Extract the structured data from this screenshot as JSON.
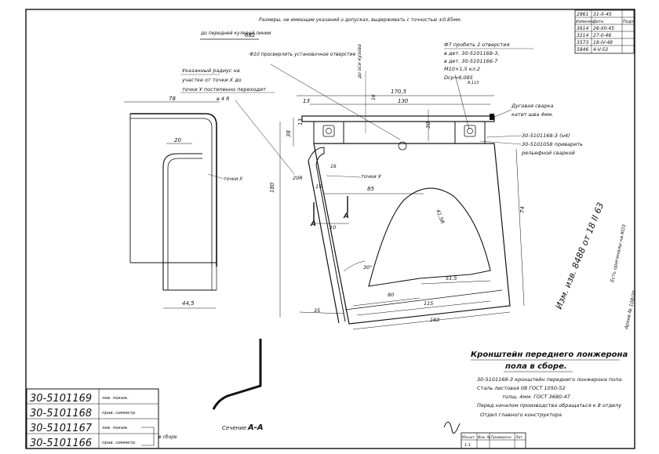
{
  "header": {
    "top_note": "Размеры, не имеющие указаний о допусках, выдерживать с точностью ±0,85мм.",
    "dim_682": "682",
    "dim_682_note": "до передней кулевой линии"
  },
  "revisions": {
    "columns": [
      "",
      "",
      ""
    ],
    "rows": [
      [
        "2861",
        "31-Х-45",
        ""
      ],
      [
        "Изменен",
        "Дата",
        "Подп."
      ],
      [
        "3614",
        "26-XII-45",
        ""
      ],
      [
        "3214",
        "27-II-46",
        ""
      ],
      [
        "3573",
        "18-IV-48",
        ""
      ],
      [
        "5846",
        "4-V-53",
        ""
      ]
    ]
  },
  "notes": {
    "hole_note": "Ф10 просверлить установочное отверстие",
    "radius_note_1": "Указанный радиус на",
    "radius_note_2": "участке от точки X до",
    "radius_note_3": "точки У постепенно переходит",
    "radius_note_4": "в 4 R",
    "holes_note_1": "Ф7 пробить 2 отверстия",
    "holes_note_2": "в дет. 30-5101168-3,",
    "holes_note_3": "в дет. 30-5101166-7",
    "holes_note_4": "М10×1,5 кл.2",
    "holes_note_5": "Dср=8,085",
    "holes_note_6": "8,113",
    "weld_note_1": "Дуговая сварка",
    "weld_note_2": "катет шва 4мм.",
    "part_note_1": "30-5101168-3 (н4)",
    "part_note_2": "30-5101058 приварить",
    "part_note_3": "рельефной сваркой",
    "axis_note": "до оси кузова",
    "dim_16": "16"
  },
  "dims": {
    "d78": "78",
    "d20": "20",
    "d44_5": "44,5",
    "tochka_x": "точки X",
    "d170_5": "170,5",
    "d130": "130",
    "d13": "13",
    "d30": "30",
    "d38": "38",
    "d180": "180",
    "d85": "85",
    "tochka_y": "точки У",
    "d2r": "20R",
    "d15": "15",
    "d10": "10",
    "d41_5r": "41,5R",
    "d74": "74",
    "d30deg": "30°",
    "d51_5": "51,5",
    "d80": "80",
    "d115": "115",
    "d160": "160",
    "d35": "35",
    "A": "A",
    "A2": "A"
  },
  "section": {
    "label": "Сечение",
    "letters": "А-А"
  },
  "title_block": {
    "title_1": "Кронштейн переднего лонжерона",
    "title_2": "пола в сборе.",
    "spec_1": "30-5101168-3 кронштейн переднего лонжерона пола.",
    "spec_2": "Сталь листовая 08 ГОСТ 1050-52",
    "spec_3": "толщ. 4мм. ГОСТ 3680-47",
    "spec_4": "Перед началом производства обращаться к 8 отделу",
    "spec_5": "Отдел главного конструктора",
    "bottom_cells": [
      "Масшт.",
      "Инв. №",
      "Проверено",
      "Лит."
    ],
    "bottom_vals": [
      "1:1",
      "",
      "",
      ""
    ]
  },
  "part_numbers": {
    "p1": "30-5101169",
    "p2": "30-5101168",
    "p3": "30-5101167",
    "p4": "30-5101166",
    "lbl1": "лев. покаж.",
    "lbl2": "прав. симметр.",
    "lbl3": "лев. покаж.",
    "lbl4": "прав. симметр.",
    "v_sbore": "в сборе"
  },
  "margin": {
    "handwritten": "Изм. изв. 8488 от 18 II 63",
    "side_1": "Есть оригиналы на КОЗ",
    "side_2": "Архив № 108/20"
  }
}
